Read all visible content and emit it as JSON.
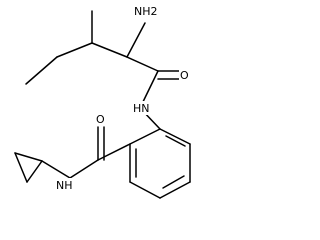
{
  "labels": {
    "amine": "NH2",
    "carbonyl_oxygen_top": "O",
    "amide_nh_top": "HN",
    "carbonyl_oxygen_bottom": "O",
    "amide_nh_bottom": "NH"
  },
  "colors": {
    "bond": "#000000",
    "text": "#000000",
    "background": "#ffffff"
  }
}
